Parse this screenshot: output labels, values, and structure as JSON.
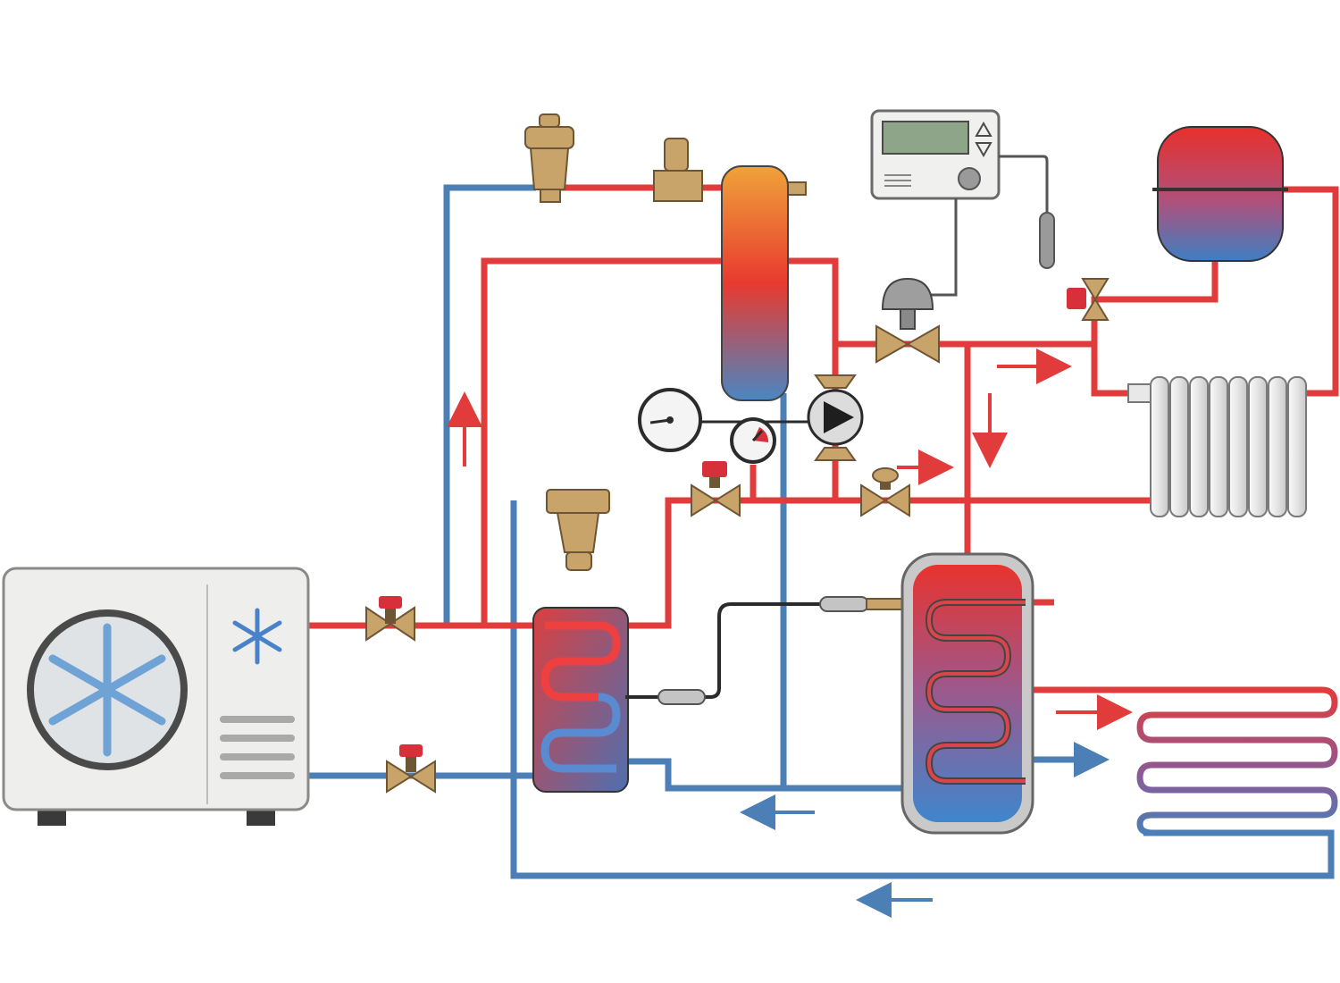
{
  "diagram": {
    "type": "heat-pump-hydronic-schematic",
    "colors": {
      "hot_pipe": "#e23b3b",
      "cold_pipe": "#4b7fb5",
      "brass": "#c9a46a",
      "unit_body": "#eeeeec",
      "thermostat_screen": "#8fa58a"
    },
    "components": [
      {
        "name": "heat-pump-outdoor-unit",
        "icon": "snowflake-icon"
      },
      {
        "name": "isolation-valve",
        "count": 2
      },
      {
        "name": "plate-heat-exchanger"
      },
      {
        "name": "dirt-separator"
      },
      {
        "name": "buffer-tank"
      },
      {
        "name": "automatic-air-vent",
        "count": 2
      },
      {
        "name": "circulation-pump"
      },
      {
        "name": "pressure-gauge",
        "count": 2
      },
      {
        "name": "motorized-valve"
      },
      {
        "name": "room-thermostat"
      },
      {
        "name": "expansion-vessel"
      },
      {
        "name": "safety-valve"
      },
      {
        "name": "radiator"
      },
      {
        "name": "hot-water-cylinder"
      },
      {
        "name": "underfloor-heating-loop"
      }
    ],
    "flow_arrows": [
      "up",
      "right",
      "down",
      "right",
      "right",
      "right",
      "left",
      "left"
    ]
  }
}
